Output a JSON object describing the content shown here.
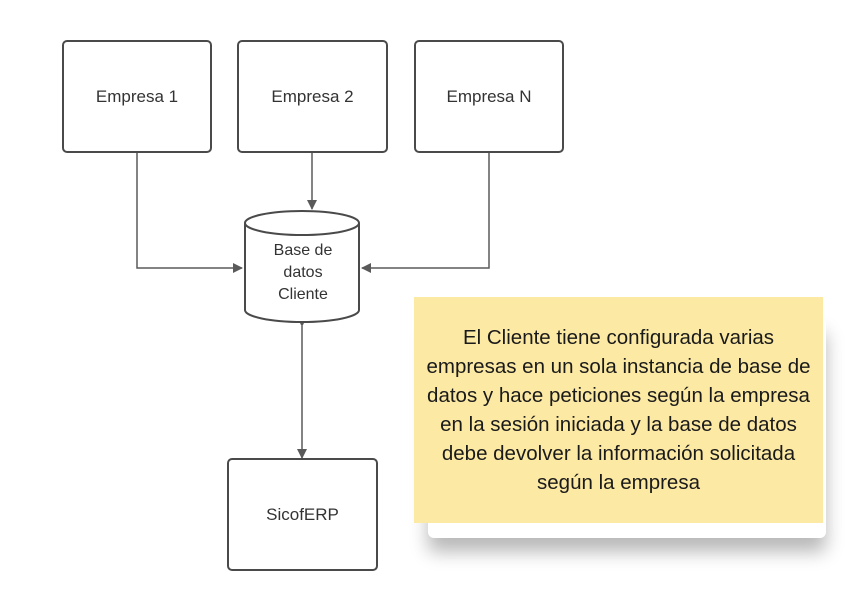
{
  "nodes": {
    "empresa1": "Empresa 1",
    "empresa2": "Empresa 2",
    "empresaN": "Empresa N",
    "database": [
      "Base de",
      "datos",
      "Cliente"
    ],
    "sicoferp": "SicofERP"
  },
  "note": {
    "text": "El Cliente  tiene configurada varias empresas en un sola instancia de base de datos y hace peticiones según la empresa en la sesión iniciada y la base de datos debe devolver la información solicitada según la empresa",
    "background": "#fce9a4"
  },
  "colors": {
    "stroke": "#4a4a4a",
    "text": "#333333"
  }
}
